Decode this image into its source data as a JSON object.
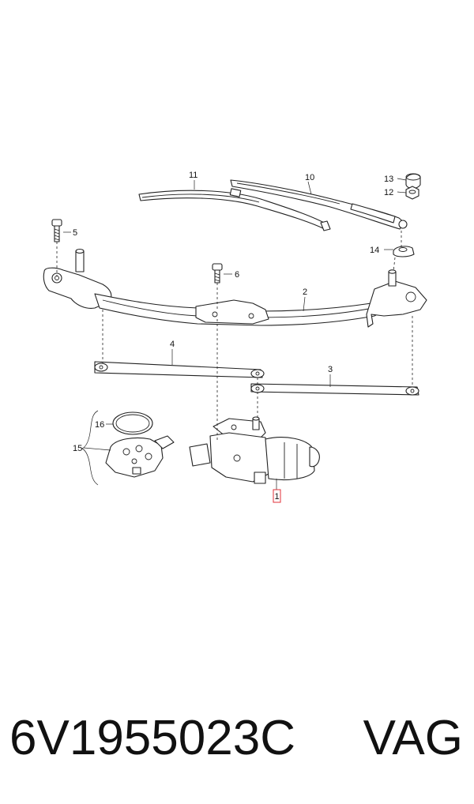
{
  "callouts": {
    "c1": "1",
    "c2": "2",
    "c3": "3",
    "c4": "4",
    "c5": "5",
    "c6": "6",
    "c10": "10",
    "c11": "11",
    "c12": "12",
    "c13": "13",
    "c14": "14",
    "c15": "15",
    "c16": "16"
  },
  "highlight_color": "#e0303a",
  "footer": {
    "part_number": "6V1955023C",
    "brand": "VAG"
  }
}
